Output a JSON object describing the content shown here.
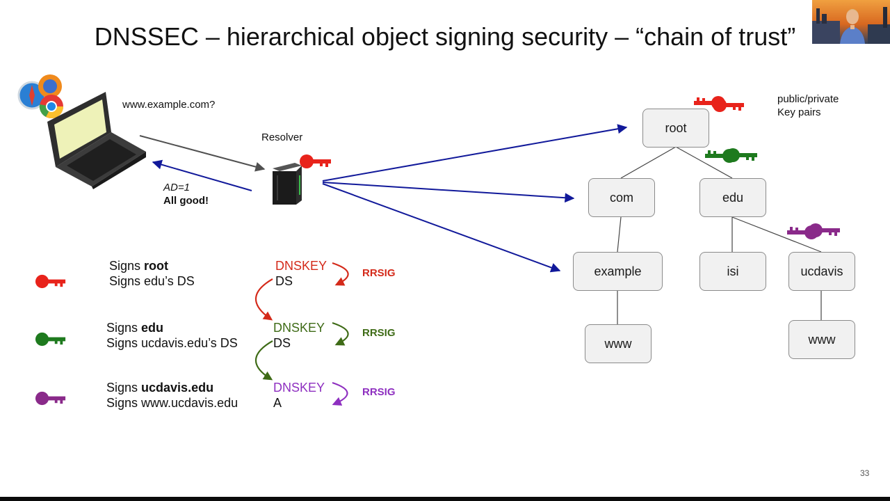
{
  "title": "DNSSEC – hierarchical object signing security – “chain of trust”",
  "client": {
    "query": "www.example.com?",
    "ad_flag": "AD=1",
    "result": "All good!"
  },
  "resolver": {
    "label": "Resolver"
  },
  "legend": {
    "key_pairs_line1": "public/private",
    "key_pairs_line2": "Key pairs"
  },
  "tree": {
    "root": "root",
    "com": "com",
    "edu": "edu",
    "example": "example",
    "isi": "isi",
    "ucdavis": "ucdavis",
    "www_example": "www",
    "www_ucdavis": "www"
  },
  "chain": [
    {
      "key_color": "#e8231b",
      "sign_prefix": "Signs ",
      "sign_bold": "root",
      "sign_line2": "Signs edu’s DS",
      "record1": "DNSKEY",
      "record1_color": "#d42a1a",
      "record2": "DS",
      "rrsig": "RRSIG",
      "rrsig_color": "#d42a1a"
    },
    {
      "key_color": "#1e7a1e",
      "sign_prefix": "Signs ",
      "sign_bold": "edu",
      "sign_line2": "Signs ucdavis.edu’s DS",
      "record1": "DNSKEY",
      "record1_color": "#3e6b16",
      "record2": "DS",
      "rrsig": "RRSIG",
      "rrsig_color": "#3e6b16"
    },
    {
      "key_color": "#8a2a8a",
      "sign_prefix": "Signs ",
      "sign_bold": "ucdavis.edu",
      "sign_line2": "Signs www.ucdavis.edu",
      "record1": "DNSKEY",
      "record1_color": "#8e2fc0",
      "record2": "A",
      "rrsig": "RRSIG",
      "rrsig_color": "#8e2fc0"
    }
  ],
  "page_number": "33"
}
